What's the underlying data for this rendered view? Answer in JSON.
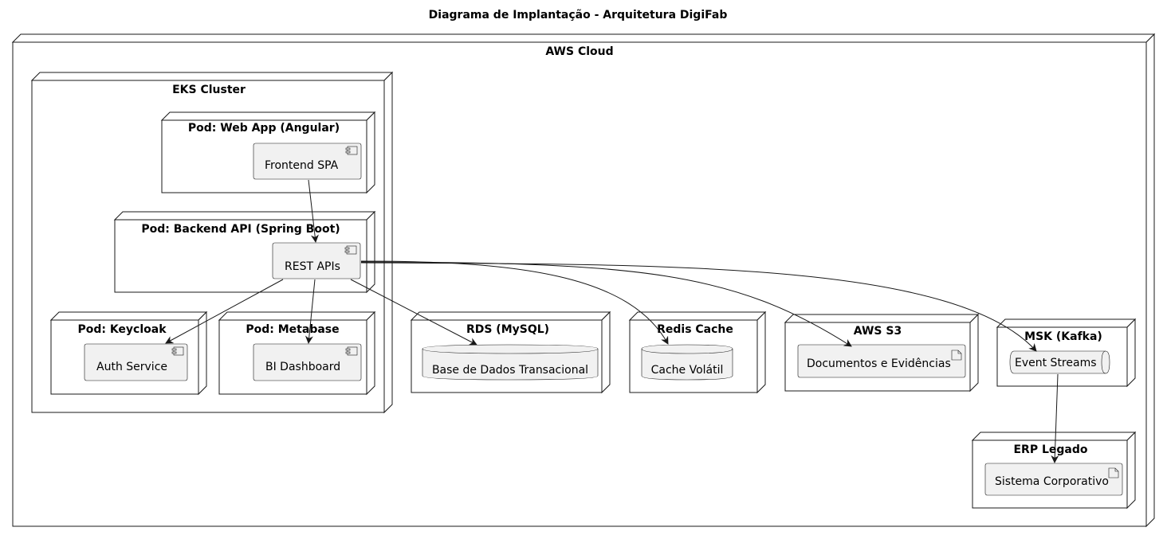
{
  "title": "Diagrama de Implantação - Arquitetura DigiFab",
  "nodes": {
    "aws": "AWS Cloud",
    "eks": "EKS Cluster",
    "pod_web": "Pod: Web App (Angular)",
    "pod_backend": "Pod: Backend API (Spring Boot)",
    "pod_keycloak": "Pod: Keycloak",
    "pod_metabase": "Pod: Metabase",
    "rds": "RDS (MySQL)",
    "redis": "Redis Cache",
    "s3": "AWS S3",
    "msk": "MSK (Kafka)",
    "erp": "ERP Legado"
  },
  "components": {
    "frontend": "Frontend SPA",
    "rest": "REST APIs",
    "auth": "Auth Service",
    "bi": "BI Dashboard",
    "db": "Base de Dados Transacional",
    "cache": "Cache Volátil",
    "docs": "Documentos e Evidências",
    "streams": "Event Streams",
    "corp": "Sistema Corporativo"
  },
  "colors": {
    "stroke": "#181818",
    "element_fill": "#f1f1f1",
    "background": "#ffffff"
  }
}
